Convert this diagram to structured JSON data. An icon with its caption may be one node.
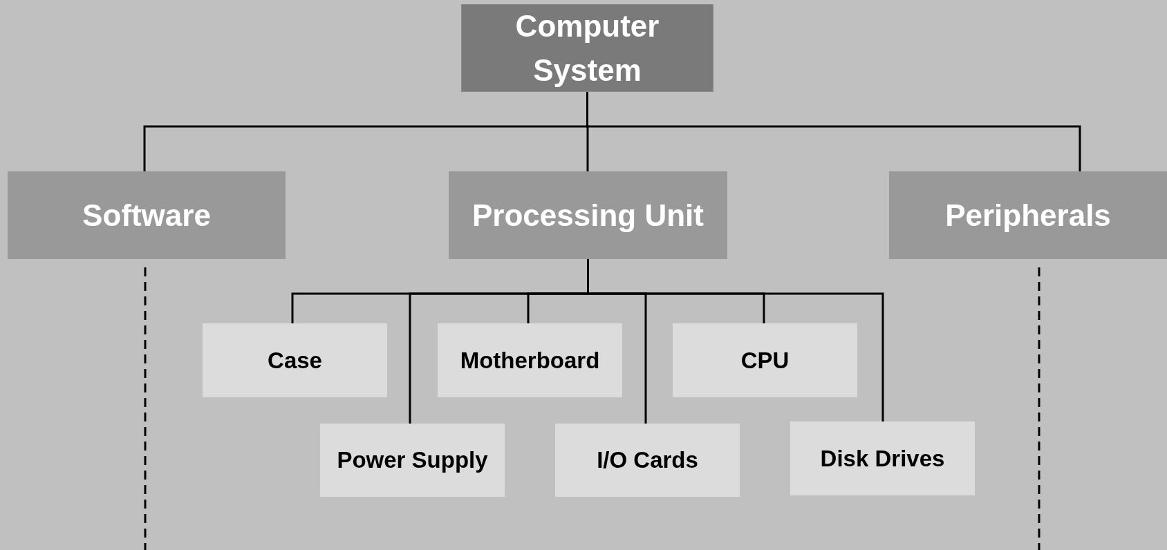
{
  "diagram": {
    "nodes": [
      {
        "text": [
          "Computer System"
        ]
      },
      {
        "text": [
          "Software"
        ]
      },
      {
        "text": [
          "Processing Unit"
        ]
      },
      {
        "text": [
          "Peripherals"
        ]
      },
      {
        "text": [
          "Case"
        ]
      },
      {
        "text": [
          "Power Supply"
        ]
      },
      {
        "text": [
          "Motherboard"
        ]
      },
      {
        "text": [
          "I/O Cards"
        ]
      },
      {
        "text": [
          "CPU"
        ]
      },
      {
        "text": [
          "Disk Drives"
        ]
      }
    ],
    "edges": [
      {
        "from": 0,
        "to": 1,
        "arrow": "none"
      },
      {
        "from": 0,
        "to": 2,
        "arrow": "none"
      },
      {
        "from": 0,
        "to": 3,
        "arrow": "none"
      },
      {
        "from": 2,
        "to": 4,
        "arrow": "none"
      },
      {
        "from": 2,
        "to": 5,
        "arrow": "none"
      },
      {
        "from": 2,
        "to": 6,
        "arrow": "none"
      },
      {
        "from": 2,
        "to": 7,
        "arrow": "none"
      },
      {
        "from": 2,
        "to": 8,
        "arrow": "none"
      },
      {
        "from": 2,
        "to": 9,
        "arrow": "none"
      },
      {
        "from": 1,
        "to": null,
        "arrow": "none",
        "style": "dashed"
      },
      {
        "from": 3,
        "to": null,
        "arrow": "none",
        "style": "dashed"
      }
    ]
  }
}
